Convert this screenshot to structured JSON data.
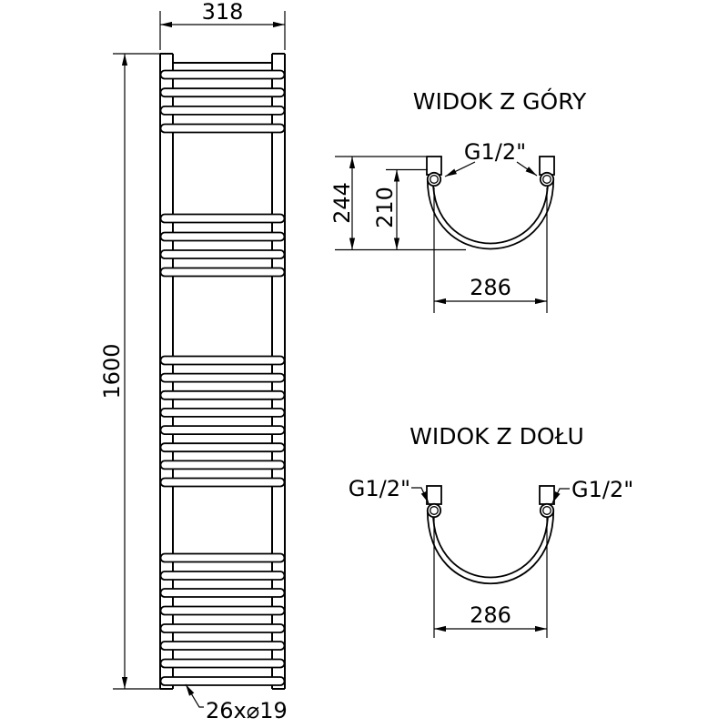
{
  "front_view": {
    "width_mm": "318",
    "height_mm": "1600",
    "tube_spec": "26x⌀19"
  },
  "top_view": {
    "title": "WIDOK Z GÓRY",
    "total_depth_mm": "244",
    "pipe_depth_mm": "210",
    "connection_spacing_mm": "286",
    "thread_size": "G1/2\""
  },
  "bottom_view": {
    "title": "WIDOK Z DOŁU",
    "connection_spacing_mm": "286",
    "thread_size_left": "G1/2\"",
    "thread_size_right": "G1/2\""
  },
  "colors": {
    "line": "#000000",
    "background": "#ffffff"
  }
}
